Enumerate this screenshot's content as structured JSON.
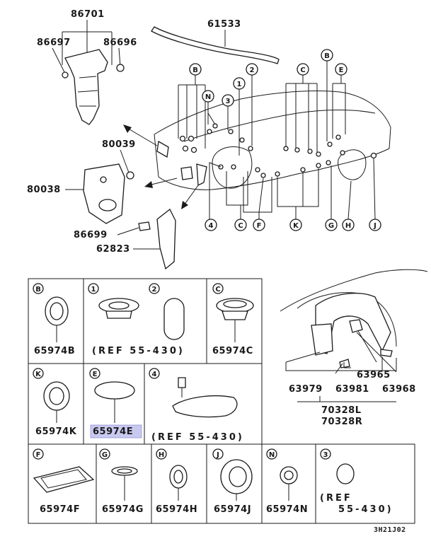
{
  "diagram": {
    "code": "3H21J02",
    "highlighted_part": "65974E",
    "callouts": {
      "p86701": "86701",
      "p86697": "86697",
      "p86696": "86696",
      "p61533": "61533",
      "p80039": "80039",
      "p80038": "80038",
      "p86699": "86699",
      "p62823": "62823",
      "p63979": "63979",
      "p63981": "63981",
      "p63965": "63965",
      "p63968": "63968",
      "p70328L": "70328L",
      "p70328R": "70328R"
    },
    "markers_top": [
      "B",
      "N",
      "3",
      "1",
      "2",
      "C",
      "B",
      "E"
    ],
    "markers_bottom": [
      "4",
      "C",
      "F",
      "K",
      "G",
      "H",
      "J"
    ],
    "cells": {
      "b": {
        "letter": "B",
        "part": "65974B"
      },
      "one_two": {
        "letter1": "1",
        "letter2": "2",
        "ref": "(REF 55-430)"
      },
      "c": {
        "letter": "C",
        "part": "65974C"
      },
      "k": {
        "letter": "K",
        "part": "65974K"
      },
      "e": {
        "letter": "E",
        "part": "65974E"
      },
      "four": {
        "letter": "4",
        "ref": "(REF 55-430)"
      },
      "f": {
        "letter": "F",
        "part": "65974F"
      },
      "g": {
        "letter": "G",
        "part": "65974G"
      },
      "h": {
        "letter": "H",
        "part": "65974H"
      },
      "j": {
        "letter": "J",
        "part": "65974J"
      },
      "n": {
        "letter": "N",
        "part": "65974N"
      },
      "three": {
        "letter": "3",
        "ref1": "(REF",
        "ref2": "55-430)"
      }
    }
  }
}
